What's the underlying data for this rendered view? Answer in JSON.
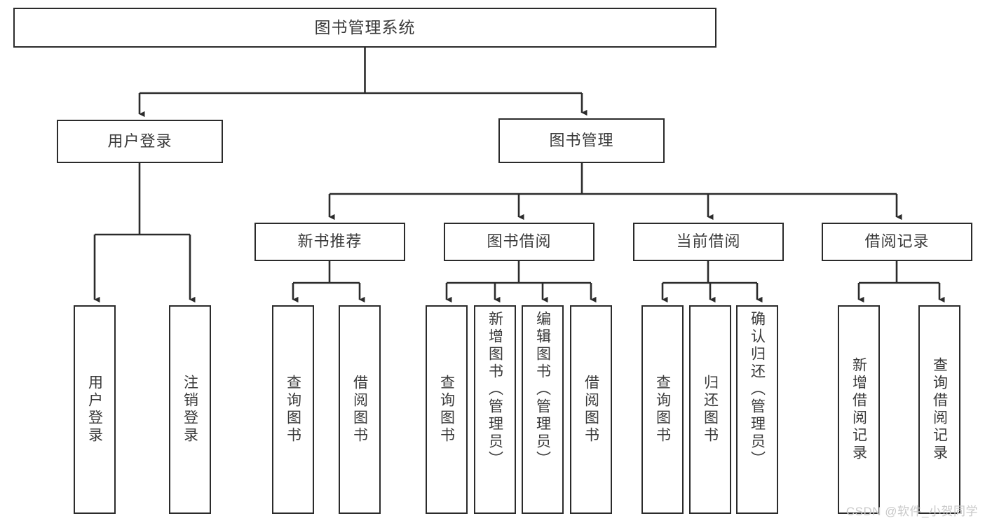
{
  "diagram": {
    "type": "tree",
    "title": "图书管理系统",
    "watermark": "CSDN @软件_小贺同学",
    "colors": {
      "stroke": "#2b2b2b",
      "text": "#3a3a3a",
      "background": "#ffffff",
      "watermark": "#c9c9c9"
    },
    "root": {
      "label": "图书管理系统"
    },
    "level1": [
      {
        "label": "用户登录"
      },
      {
        "label": "图书管理"
      }
    ],
    "level2": [
      {
        "label": "新书推荐"
      },
      {
        "label": "图书借阅"
      },
      {
        "label": "当前借阅"
      },
      {
        "label": "借阅记录"
      }
    ],
    "leaves": {
      "user_login": [
        {
          "label": "用户登录"
        },
        {
          "label": "注销登录"
        }
      ],
      "new_book_recommend": [
        {
          "label": "查询图书"
        },
        {
          "label": "借阅图书"
        }
      ],
      "book_borrow": [
        {
          "label": "查询图书"
        },
        {
          "label": "新增图书（管理员）"
        },
        {
          "label": "编辑图书（管理员）"
        },
        {
          "label": "借阅图书"
        }
      ],
      "current_borrow": [
        {
          "label": "查询图书"
        },
        {
          "label": "归还图书"
        },
        {
          "label": "确认归还（管理员）"
        }
      ],
      "borrow_record": [
        {
          "label": "新增借阅记录"
        },
        {
          "label": "查询借阅记录"
        }
      ]
    }
  }
}
